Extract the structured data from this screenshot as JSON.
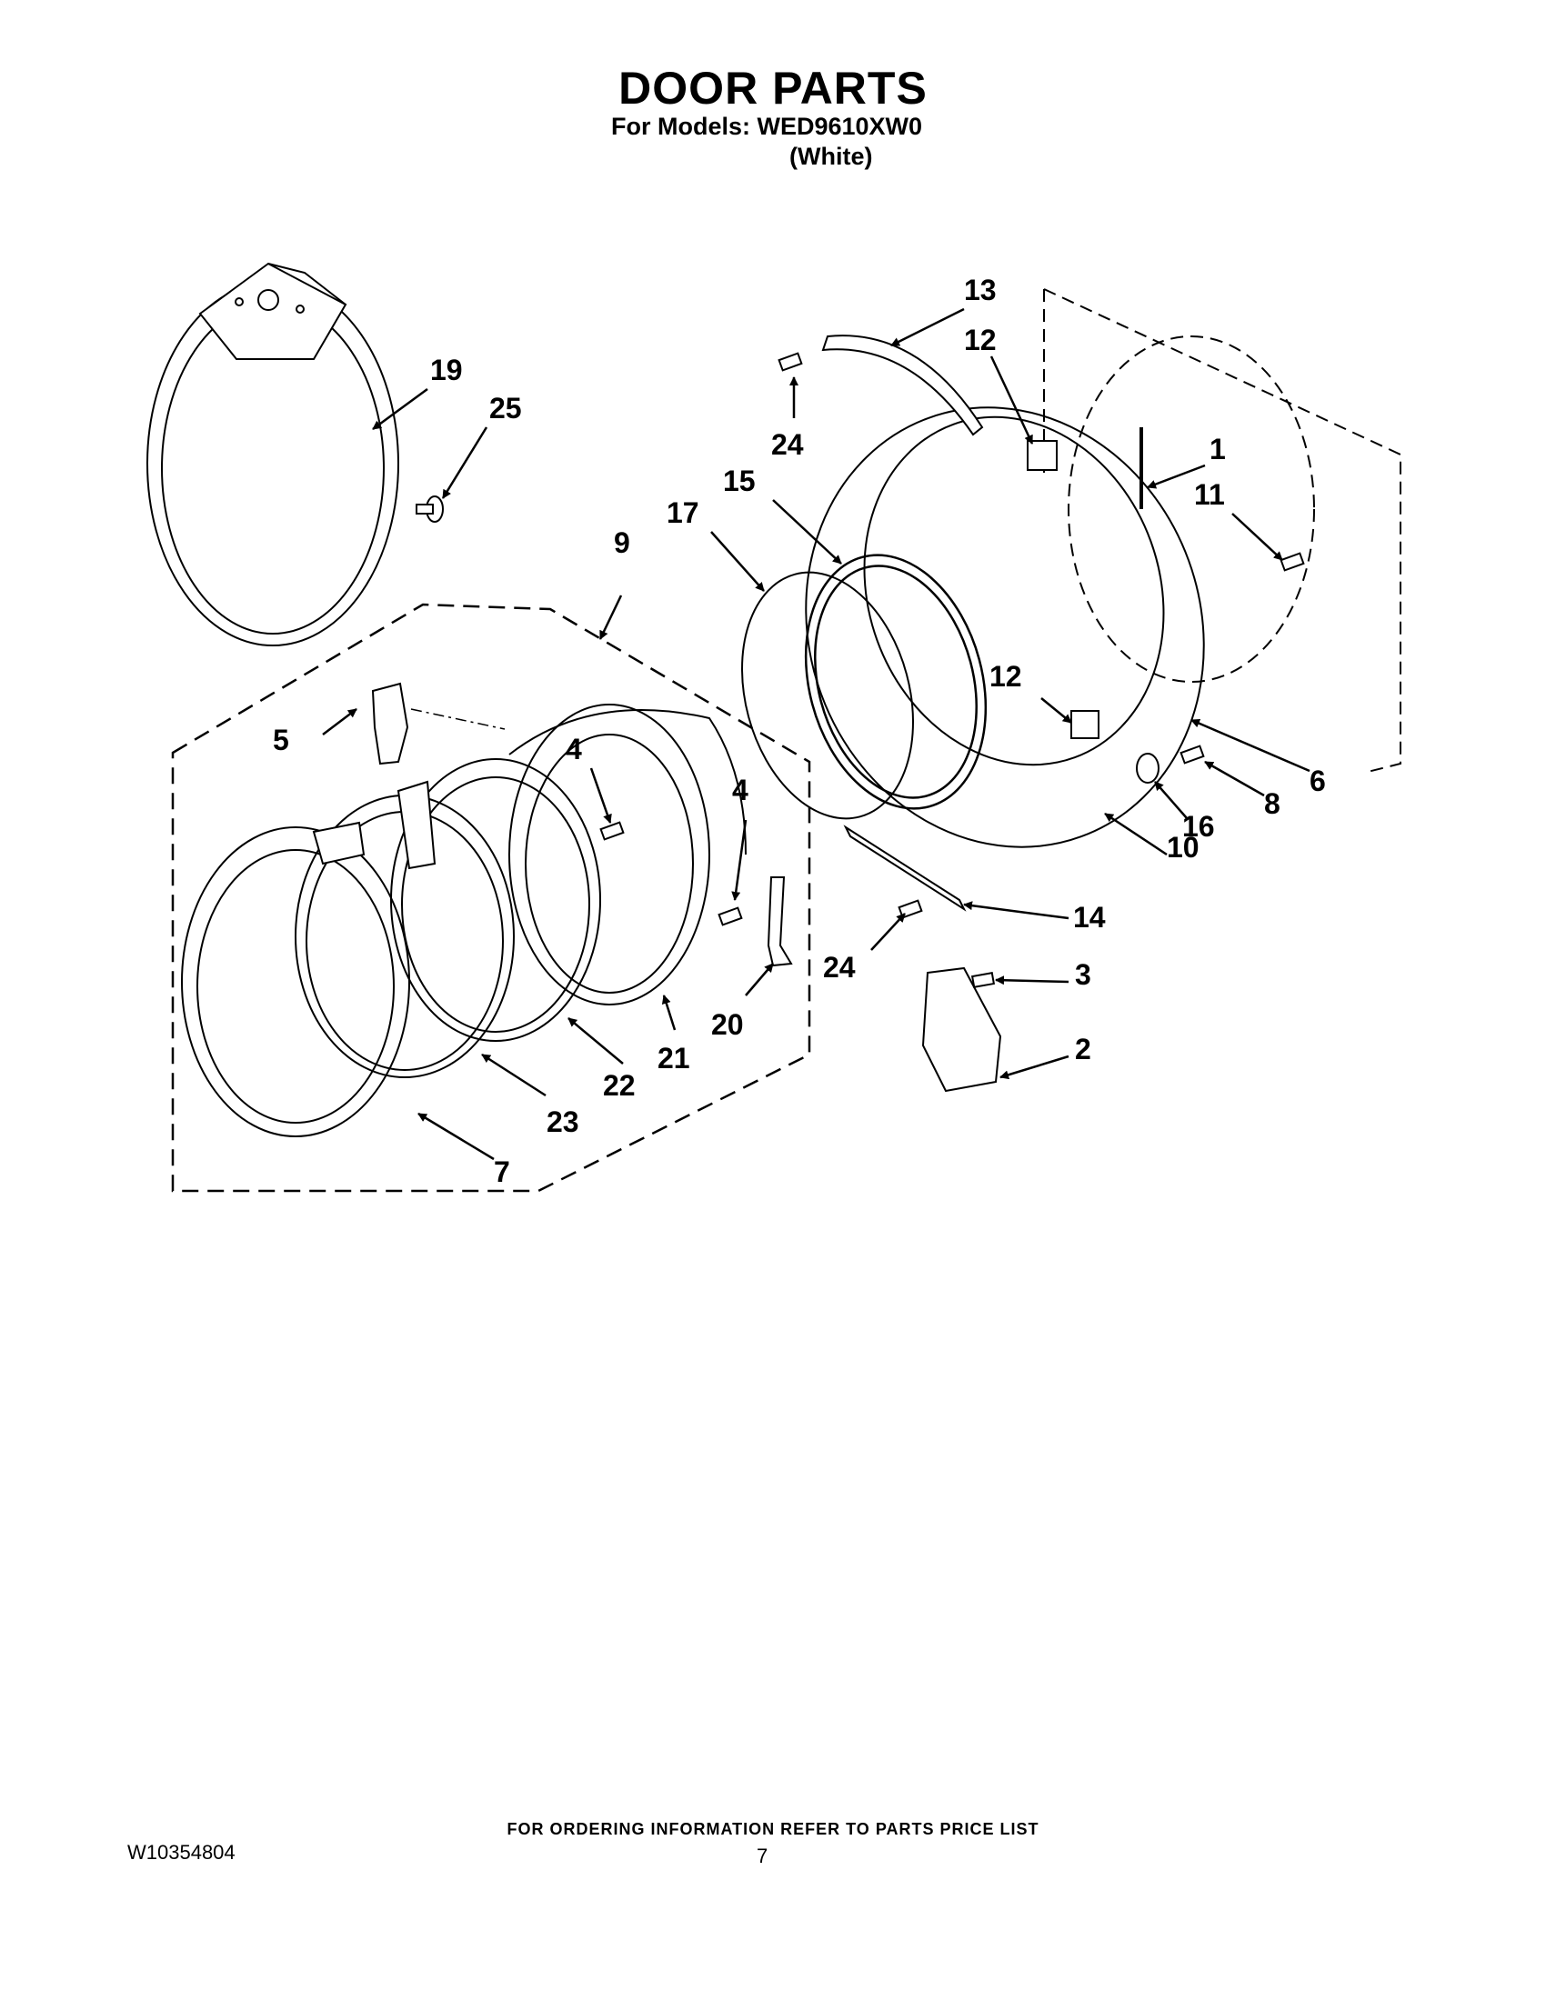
{
  "header": {
    "title": "DOOR PARTS",
    "models": "For Models: WED9610XW0",
    "color": "(White)"
  },
  "callouts": [
    "13",
    "12",
    "24",
    "19",
    "25",
    "1",
    "11",
    "15",
    "17",
    "9",
    "12",
    "5",
    "4",
    "4",
    "6",
    "8",
    "16",
    "10",
    "14",
    "24",
    "3",
    "2",
    "20",
    "21",
    "22",
    "23",
    "7"
  ],
  "footer": {
    "ordering_note": "FOR ORDERING INFORMATION REFER TO PARTS PRICE LIST",
    "doc_number": "W10354804",
    "page_number": "7"
  }
}
